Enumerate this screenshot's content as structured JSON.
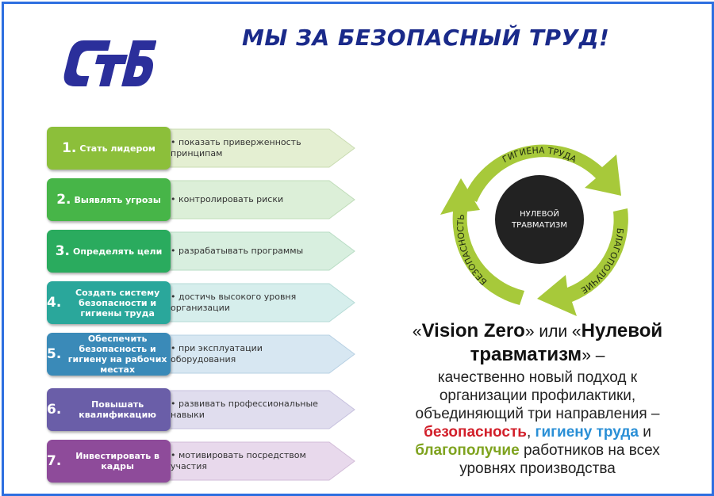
{
  "title": "МЫ ЗА БЕЗОПАСНЫЙ ТРУД!",
  "logo_text": "СтБ",
  "colors": {
    "frame": "#2d6fe0",
    "title": "#1a2a8a",
    "logo": "#2b2f9b",
    "cycle_ring": "#a7c93a",
    "cycle_center": "#222222"
  },
  "steps": [
    {
      "num": "1.",
      "label": "Стать лидером",
      "desc": "• показать приверженность принципам",
      "color": "#8cbf3a"
    },
    {
      "num": "2.",
      "label": "Выявлять угрозы",
      "desc": "• контролировать риски",
      "color": "#47b548"
    },
    {
      "num": "3.",
      "label": "Определять цели",
      "desc": "• разрабатывать программы",
      "color": "#2aab5e"
    },
    {
      "num": "4.",
      "label": "Создать систему безопасности и гигиены труда",
      "desc": "• достичь высокого уровня организации",
      "color": "#2aa79b"
    },
    {
      "num": "5.",
      "label": "Обеспечить безопасность и гигиену на рабочих местах",
      "desc": "• при эксплуатации оборудования",
      "color": "#3a8ab8"
    },
    {
      "num": "6.",
      "label": "Повышать квалификацию",
      "desc": "• развивать профессиональные навыки",
      "color": "#6a5ea8"
    },
    {
      "num": "7.",
      "label": "Инвестировать в кадры",
      "desc": "• мотивировать посредством участия",
      "color": "#8e4b9a"
    }
  ],
  "cycle": {
    "center_line1": "НУЛЕВОЙ",
    "center_line2": "ТРАВМАТИЗМ",
    "top": "ГИГИЕНА ТРУДА",
    "right": "БЛАГОПОЛУЧИЕ",
    "left": "БЕЗОПАСНОСТЬ"
  },
  "bottom": {
    "open_q": "«",
    "vision": "Vision Zero",
    "close_q": "»",
    "or": " или ",
    "open_q2": "«",
    "zero_a": "Нулевой",
    "zero_b": "травматизм",
    "close_q2": "» –",
    "line1": "качественно новый подход к",
    "line2": "организации профилактики,",
    "line3": "объединяющий три направления –",
    "kw1": "безопасность",
    "comma": ", ",
    "kw2": "гигиену труда",
    "and": " и",
    "kw3": "благополучие",
    "rest1": " работников на всех",
    "line6": "уровнях производства"
  }
}
